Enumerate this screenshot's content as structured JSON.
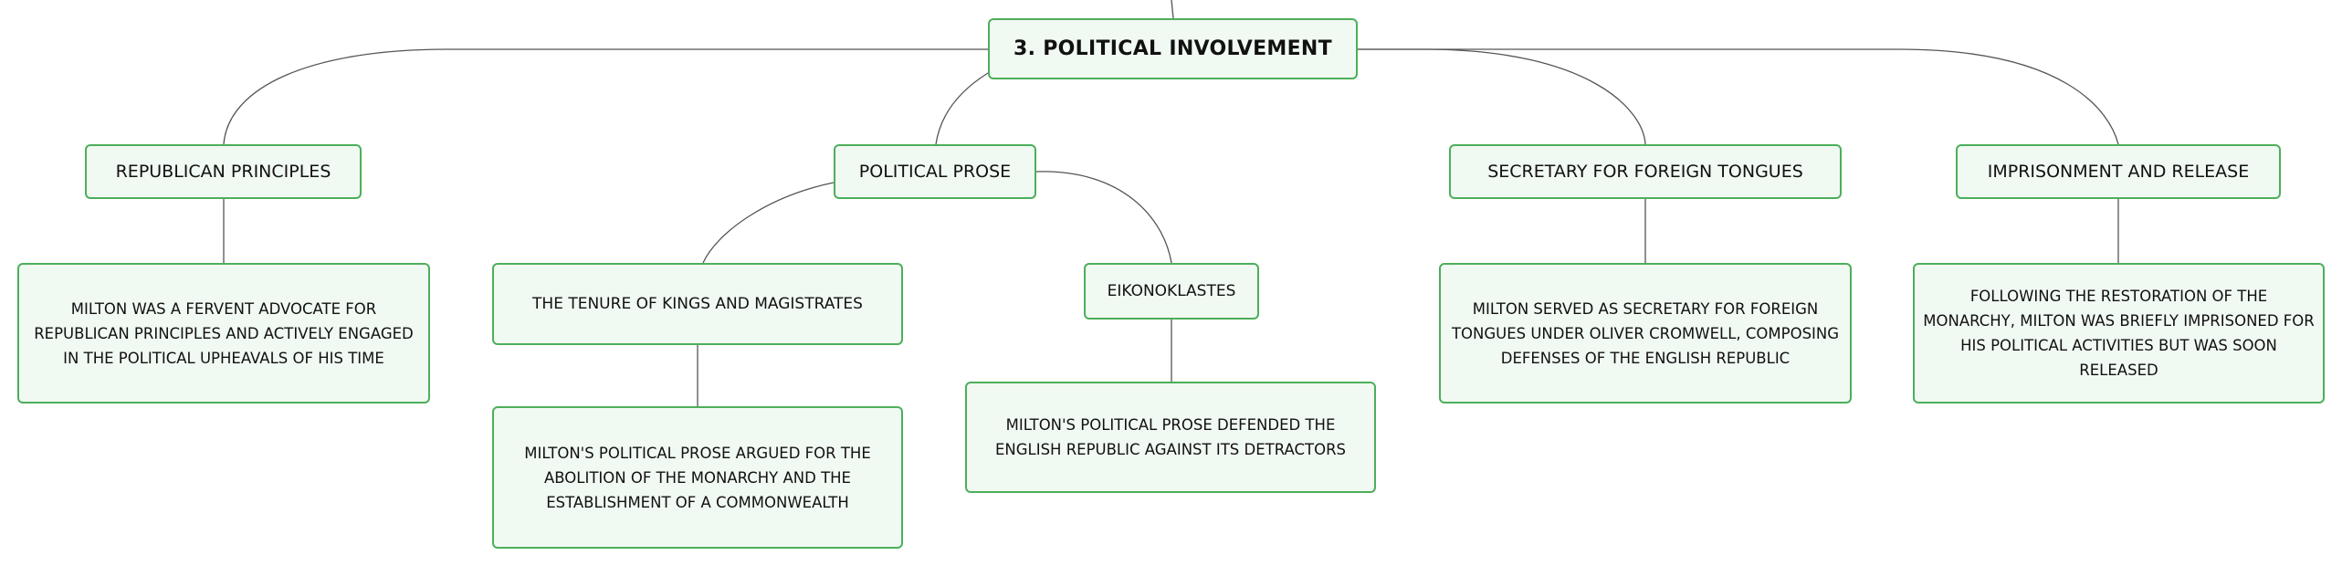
{
  "root": {
    "label": "3. POLITICAL INVOLVEMENT"
  },
  "branches": {
    "republican": {
      "label": "REPUBLICAN PRINCIPLES",
      "detail": "MILTON WAS A FERVENT ADVOCATE FOR REPUBLICAN PRINCIPLES AND ACTIVELY ENGAGED IN THE POLITICAL UPHEAVALS OF HIS TIME"
    },
    "prose": {
      "label": "POLITICAL PROSE",
      "children": {
        "tenure": {
          "label": "THE TENURE OF KINGS AND MAGISTRATES",
          "detail": "MILTON'S POLITICAL PROSE ARGUED FOR THE ABOLITION OF THE MONARCHY AND THE ESTABLISHMENT OF A COMMONWEALTH"
        },
        "eikon": {
          "label": "EIKONOKLASTES",
          "detail": "MILTON'S POLITICAL PROSE DEFENDED THE ENGLISH REPUBLIC AGAINST ITS DETRACTORS"
        }
      }
    },
    "secretary": {
      "label": "SECRETARY FOR FOREIGN TONGUES",
      "detail": "MILTON SERVED AS SECRETARY FOR FOREIGN TONGUES UNDER OLIVER CROMWELL, COMPOSING DEFENSES OF THE ENGLISH REPUBLIC"
    },
    "prison": {
      "label": "IMPRISONMENT AND RELEASE",
      "detail": "FOLLOWING THE RESTORATION OF THE MONARCHY, MILTON WAS BRIEFLY IMPRISONED FOR HIS POLITICAL ACTIVITIES BUT WAS SOON RELEASED"
    }
  },
  "colors": {
    "node_border": "#4caf5a",
    "node_fill": "#f1f9f3",
    "connector": "#555555",
    "text": "#111111"
  }
}
